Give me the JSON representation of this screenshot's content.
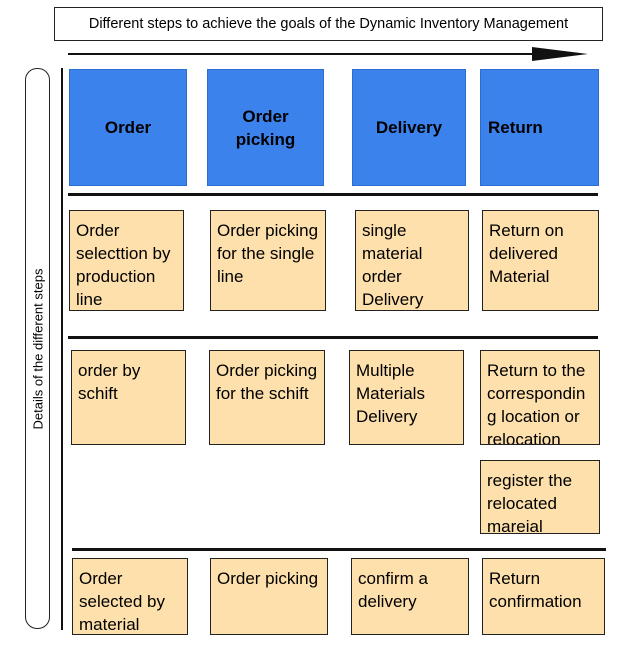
{
  "title": "Different steps to achieve the goals of the Dynamic Inventory Management",
  "side_label": "Details of the different steps",
  "colors": {
    "header_fill": "#3b82ec",
    "card_fill": "#fde0ab"
  },
  "columns": [
    {
      "label": "Order"
    },
    {
      "label": "Order picking"
    },
    {
      "label": "Delivery"
    },
    {
      "label": "Return"
    }
  ],
  "rows": [
    [
      "Order selecttion by production line",
      "Order picking for the single line",
      "single material order Delivery",
      "Return on delivered Material"
    ],
    [
      "order by schift",
      "Order picking for the schift",
      "Multiple Materials Delivery",
      "Return to the correspondin g location or relocation"
    ],
    [
      "Order selected by material",
      "Order picking",
      "confirm a delivery",
      "Return confirmation"
    ]
  ],
  "extra_card": "register the relocated mareial"
}
